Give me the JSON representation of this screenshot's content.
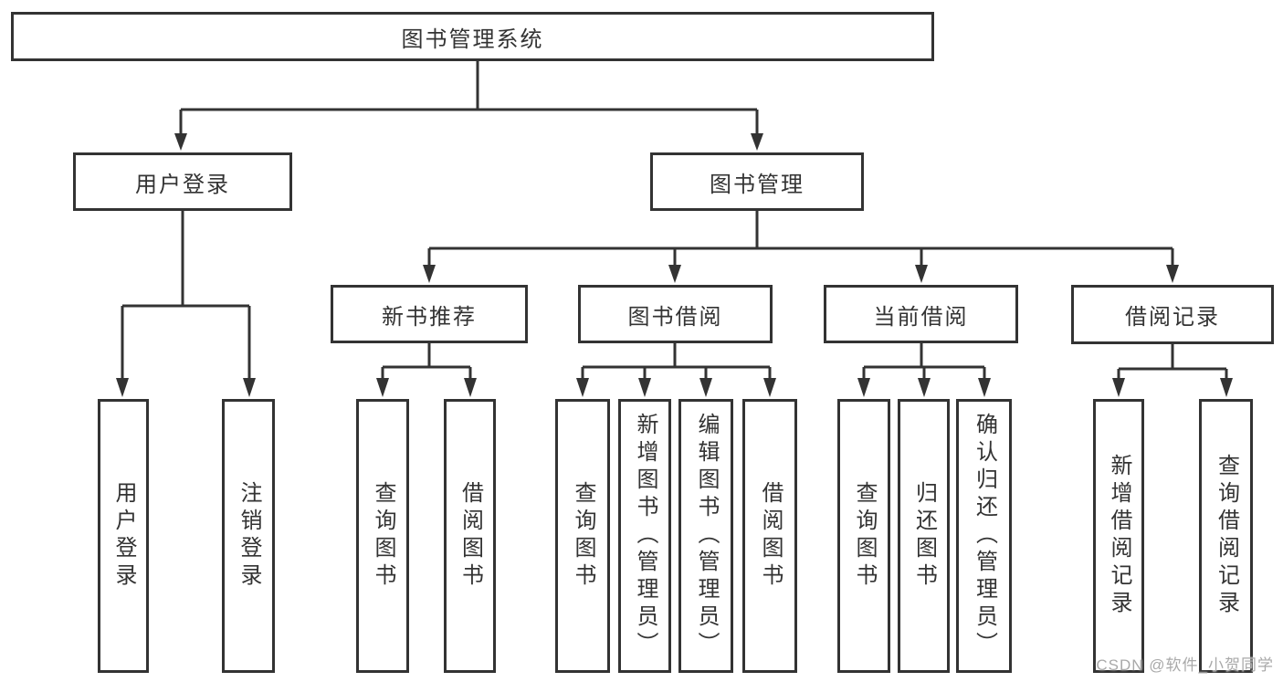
{
  "page": {
    "background": "#ffffff"
  },
  "colors": {
    "line": "#333333",
    "text": "#333333",
    "box_fill": "#ffffff",
    "watermark_text": "#a9a9a9"
  },
  "watermark": {
    "text": "CSDN @软件_小贺同学"
  },
  "tree": {
    "label": "图书管理系统",
    "children": [
      {
        "label": "用户登录",
        "children": [
          {
            "label": "用户登录"
          },
          {
            "label": "注销登录"
          }
        ]
      },
      {
        "label": "图书管理",
        "children": [
          {
            "label": "新书推荐",
            "children": [
              {
                "label": "查询图书"
              },
              {
                "label": "借阅图书"
              }
            ]
          },
          {
            "label": "图书借阅",
            "children": [
              {
                "label": "查询图书"
              },
              {
                "label": "新增图书（管理员）"
              },
              {
                "label": "编辑图书（管理员）"
              },
              {
                "label": "借阅图书"
              }
            ]
          },
          {
            "label": "当前借阅",
            "children": [
              {
                "label": "查询图书"
              },
              {
                "label": "归还图书"
              },
              {
                "label": "确认归还（管理员）"
              }
            ]
          },
          {
            "label": "借阅记录",
            "children": [
              {
                "label": "新增借阅记录"
              },
              {
                "label": "查询借阅记录"
              }
            ]
          }
        ]
      }
    ]
  }
}
